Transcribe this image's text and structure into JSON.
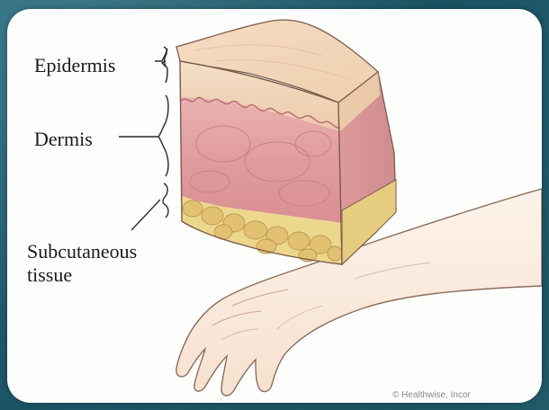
{
  "labels": {
    "epidermis": "Epidermis",
    "dermis": "Dermis",
    "subcutaneous_line1": "Subcutaneous",
    "subcutaneous_line2": "tissue"
  },
  "credit": "© Healthwise, Incor",
  "colors": {
    "card_background": "#fefefd",
    "frame": "#1e5a6b",
    "epidermis": "#f2d9bd",
    "dermis": "#e2a0a0",
    "subcutaneous": "#ecd58a",
    "hand": "#fbeee3",
    "outline": "#7a5a4a"
  }
}
